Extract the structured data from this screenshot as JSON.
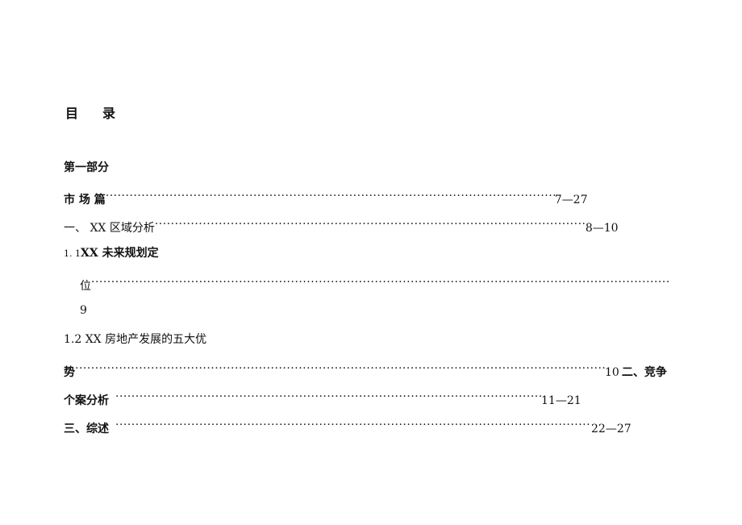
{
  "document": {
    "title": {
      "char1": "目",
      "char2": "录"
    },
    "part": "第一部分",
    "entries": [
      {
        "label": "市 场 篇",
        "pages": "7—27"
      },
      {
        "label": "一、 XX 区域分析",
        "pages": "8—10"
      },
      {
        "prefix": "1. 1",
        "label": "XX 未来规划定"
      },
      {
        "label": "位",
        "pages": ""
      },
      {
        "label": "9"
      },
      {
        "label": "1.2  XX 房地产发展的五大优"
      },
      {
        "label": "势",
        "pages": "10",
        "trailing": "二、竞争"
      },
      {
        "label": "个案分析",
        "pages": "11—21"
      },
      {
        "label": "三、综述",
        "pages": "22—27"
      }
    ]
  }
}
